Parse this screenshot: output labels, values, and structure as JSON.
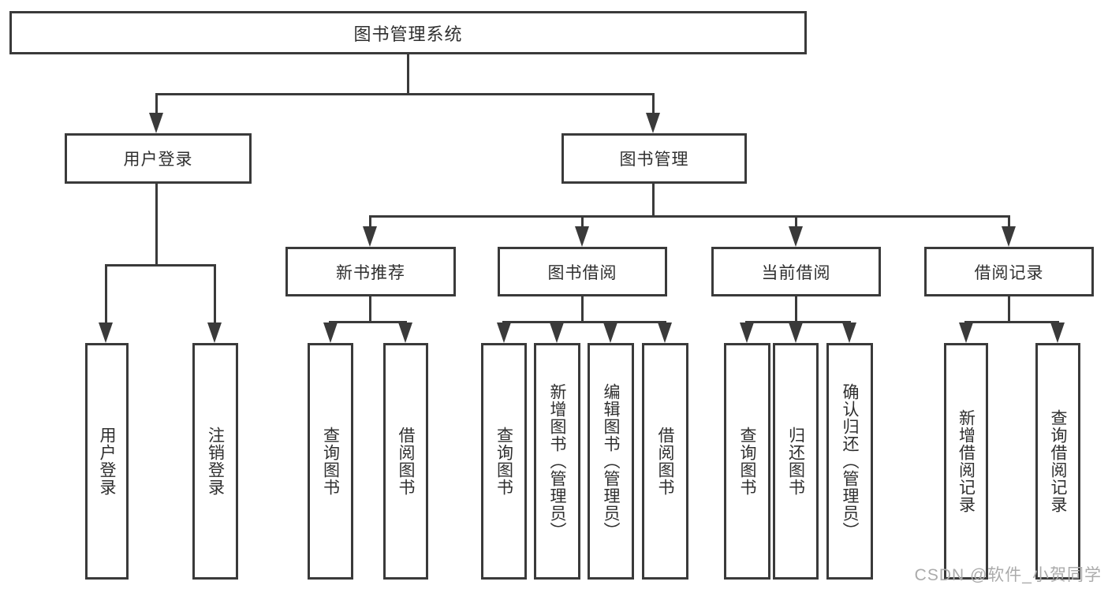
{
  "colors": {
    "line": "#3a3a3a",
    "text": "#2f2f2f",
    "watermark": "#ababab"
  },
  "nodes": {
    "root": "图书管理系统",
    "user_login": "用户登录",
    "book_mgmt": "图书管理",
    "new_book_rec": "新书推荐",
    "book_borrow": "图书借阅",
    "current_borrow": "当前借阅",
    "borrow_record": "借阅记录",
    "ul_login": "用户登录",
    "ul_logout": "注销登录",
    "nbr_query": "查询图书",
    "nbr_borrow": "借阅图书",
    "bb_query": "查询图书",
    "bb_add": "新增图书（管理员）",
    "bb_edit": "编辑图书（管理员）",
    "bb_borrow": "借阅图书",
    "cb_query": "查询图书",
    "cb_return": "归还图书",
    "cb_confirm": "确认归还（管理员）",
    "br_add": "新增借阅记录",
    "br_query": "查询借阅记录"
  },
  "watermark": "CSDN @软件_小贺同学"
}
